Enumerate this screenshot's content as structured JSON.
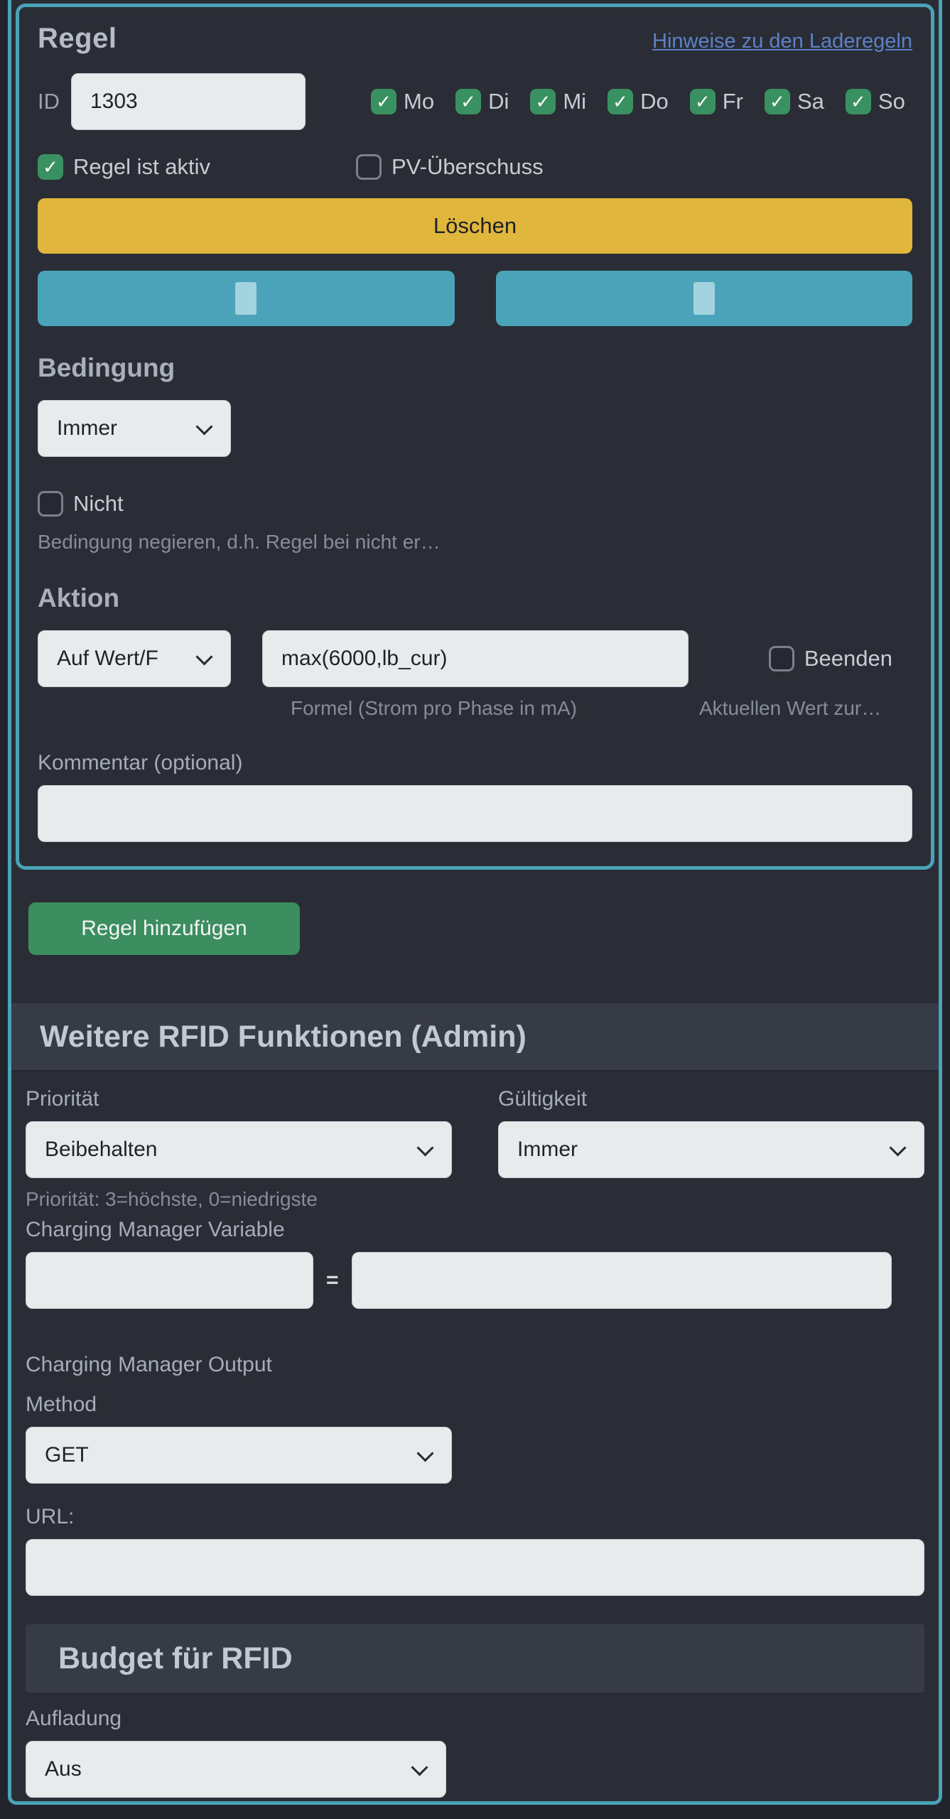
{
  "rule_card": {
    "title": "Regel",
    "hint_link": "Hinweise zu den Laderegeln",
    "id_label": "ID",
    "id_value": "1303",
    "days": [
      {
        "label": "Mo",
        "checked": true
      },
      {
        "label": "Di",
        "checked": true
      },
      {
        "label": "Mi",
        "checked": true
      },
      {
        "label": "Do",
        "checked": true
      },
      {
        "label": "Fr",
        "checked": true
      },
      {
        "label": "Sa",
        "checked": true
      },
      {
        "label": "So",
        "checked": true
      }
    ],
    "active_label": "Regel ist aktiv",
    "active_checked": true,
    "pv_label": "PV-Überschuss",
    "pv_checked": false,
    "delete_button": "Löschen",
    "condition": {
      "heading": "Bedingung",
      "select_value": "Immer",
      "not_label": "Nicht",
      "not_checked": false,
      "not_help": "Bedingung negieren, d.h. Regel bei nicht er…"
    },
    "action": {
      "heading": "Aktion",
      "select_value": "Auf Wert/F",
      "formula_value": "max(6000,lb_cur)",
      "formula_help": "Formel (Strom pro Phase in mA)",
      "end_label": "Beenden",
      "end_checked": false,
      "end_help": "Aktuellen Wert zur…"
    },
    "comment_label": "Kommentar (optional)",
    "comment_value": ""
  },
  "add_rule_button": "Regel hinzufügen",
  "admin_section": {
    "heading": "Weitere RFID Funktionen (Admin)",
    "priority_label": "Priorität",
    "priority_value": "Beibehalten",
    "validity_label": "Gültigkeit",
    "validity_value": "Immer",
    "priority_help": "Priorität: 3=höchste, 0=niedrigste",
    "variable_label": "Charging Manager Variable",
    "equals_sign": "=",
    "variable_name_value": "",
    "variable_value_value": "",
    "output_label": "Charging Manager Output",
    "method_label": "Method",
    "method_value": "GET",
    "url_label": "URL:",
    "url_value": "",
    "budget_heading": "Budget für RFID",
    "recharge_label": "Aufladung",
    "recharge_value": "Aus"
  },
  "colors": {
    "background": "#2a2d35",
    "outer_background": "#22242c",
    "accent_teal": "#4aa3b8",
    "button_yellow": "#e0b63c",
    "button_green": "#3c8d5f",
    "checkbox_green": "#399161",
    "link_blue": "#5c81c6",
    "band_gray": "#373b45",
    "input_bg": "#e8eaec"
  }
}
